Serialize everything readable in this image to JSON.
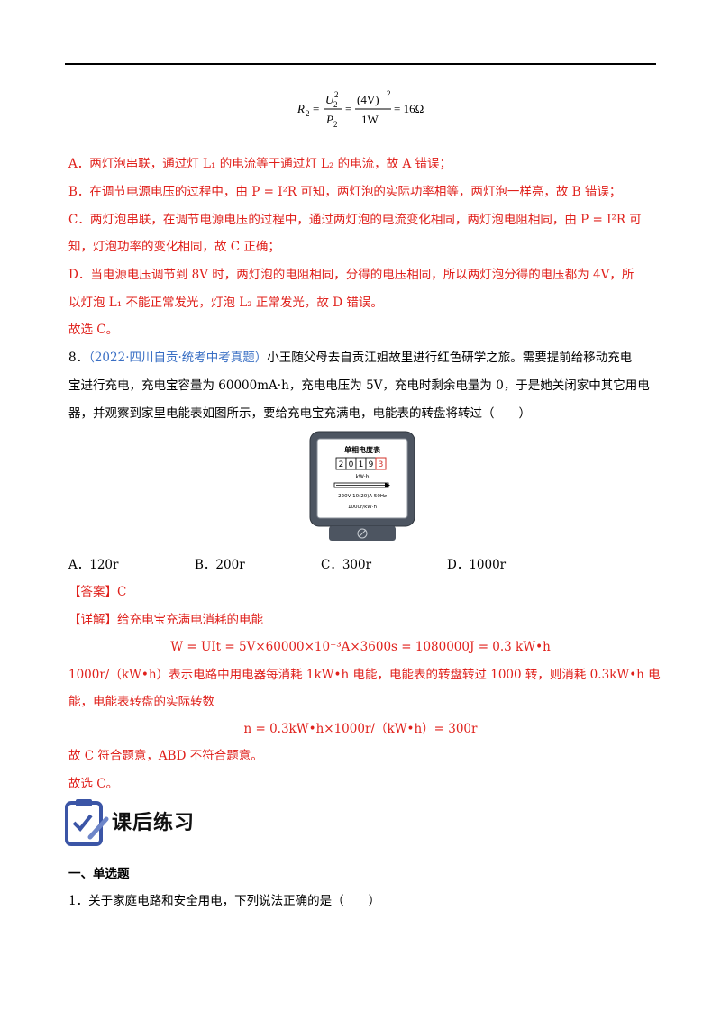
{
  "formula_r2": {
    "lhs": "R",
    "lhs_sub": "2",
    "u": "U",
    "u_sub": "2",
    "u_sup": "2",
    "p": "P",
    "p_sub": "2",
    "num": "(4V)",
    "num_sup": "2",
    "den": "1W",
    "result": "= 16Ω"
  },
  "analysis": {
    "a": "A．两灯泡串联，通过灯 L₁ 的电流等于通过灯 L₂ 的电流，故 A 错误；",
    "b": "B．在调节电源电压的过程中，由 P = I²R 可知，两灯泡的实际功率相等，两灯泡一样亮，故 B 错误；",
    "c1": "C．两灯泡串联，在调节电源电压的过程中，通过两灯泡的电流变化相同，两灯泡电阻相同，由 P = I²R 可",
    "c2": "知，灯泡功率的变化相同，故 C 正确；",
    "d1": "D．当电源电压调节到 8V 时，两灯泡的电阻相同，分得的电压相同，所以两灯泡分得的电压都为 4V，所",
    "d2": "以灯泡 L₁ 不能正常发光，灯泡 L₂ 正常发光，故 D 错误。",
    "choose": "故选 C。"
  },
  "question8": {
    "number": "8．",
    "source": "（2022·四川自贡·统考中考真题）",
    "line1_rest": "小王随父母去自贡江姐故里进行红色研学之旅。需要提前给移动充电",
    "line2": "宝进行充电，充电宝容量为 60000mA·h，充电电压为 5V，充电时剩余电量为 0，于是她关闭家中其它用电",
    "line3": "器，并观察到家里电能表如图所示，要给充电宝充满电，电能表的转盘将转过（　　）",
    "options": [
      "A．120r",
      "B．200r",
      "C．300r",
      "D．1000r"
    ]
  },
  "meter": {
    "title": "单相电度表",
    "digits": [
      "2",
      "0",
      "1",
      "9",
      "3"
    ],
    "unit": "kW·h",
    "spec": "220V  10(20)A  50Hz",
    "rev": "1000r/kW·h"
  },
  "answer8": {
    "answer": "【答案】C",
    "detail": "【详解】给充电宝充满电消耗的电能",
    "eq1": "W = UIt = 5V×60000×10⁻³A×3600s = 1080000J = 0.3 kW•h",
    "exp1": "1000r/（kW•h）表示电路中用电器每消耗 1kW•h 电能，电能表的转盘转过 1000 转，则消耗 0.3kW•h 电",
    "exp2": "能，电能表转盘的实际转数",
    "eq2": "n = 0.3kW•h×1000r/（kW•h）= 300r",
    "conclusion": "故 C 符合题意，ABD 不符合题意。",
    "choose": "故选 C。"
  },
  "section": {
    "banner": "课后练习",
    "heading": "一、单选题",
    "q1": "1．关于家庭电路和安全用电，下列说法正确的是（　　）"
  }
}
